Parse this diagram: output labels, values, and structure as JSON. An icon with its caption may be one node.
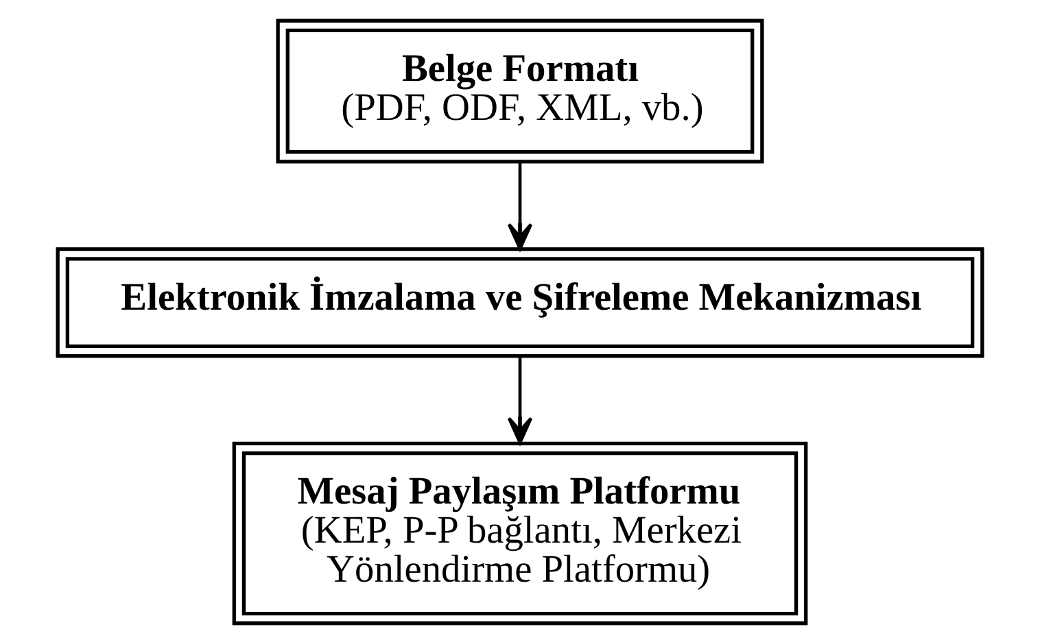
{
  "diagram": {
    "nodes": [
      {
        "text": [
          "Belge Formatı",
          "(PDF, ODF, XML, vb.)"
        ]
      },
      {
        "text": [
          "Elektronik İmzalama ve Şifreleme Mekanizması"
        ]
      },
      {
        "text": [
          "Mesaj Paylaşım Platformu",
          "(KEP, P-P bağlantı, Merkezi Yönlendirme Platformu)"
        ]
      }
    ],
    "edges": [
      {
        "from": 0,
        "to": 1,
        "arrow": "to"
      },
      {
        "from": 1,
        "to": 2,
        "arrow": "to"
      }
    ]
  }
}
